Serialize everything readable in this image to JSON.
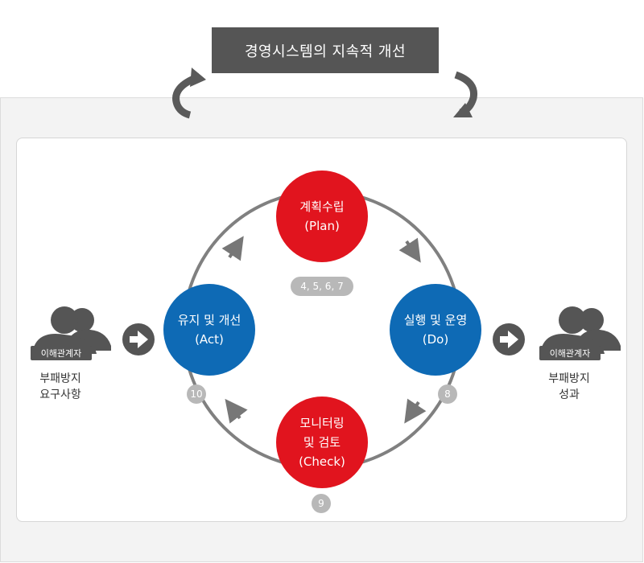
{
  "title": "경영시스템의 지속적 개선",
  "nodes": {
    "plan": {
      "line1": "계획수립",
      "line2": "(Plan)",
      "color": "#e1141e"
    },
    "do": {
      "line1": "실행 및 운영",
      "line2": "(Do)",
      "color": "#0e6ab5"
    },
    "check": {
      "line1": "모니터링",
      "line2": "및 검토",
      "line3": "(Check)",
      "color": "#e1141e"
    },
    "act": {
      "line1": "유지 및 개선",
      "line2": "(Act)",
      "color": "#0e6ab5"
    }
  },
  "badges": {
    "plan": "4, 5, 6, 7",
    "do": "8",
    "check": "9",
    "act": "10"
  },
  "left": {
    "label": "이해관계자",
    "caption_line1": "부패방지",
    "caption_line2": "요구사항"
  },
  "right": {
    "label": "이해관계자",
    "caption_line1": "부패방지",
    "caption_line2": "성과"
  },
  "icons": [
    "cycle-arrow-left-icon",
    "cycle-arrow-right-icon",
    "right-arrow-circle-icon",
    "people-icon"
  ]
}
